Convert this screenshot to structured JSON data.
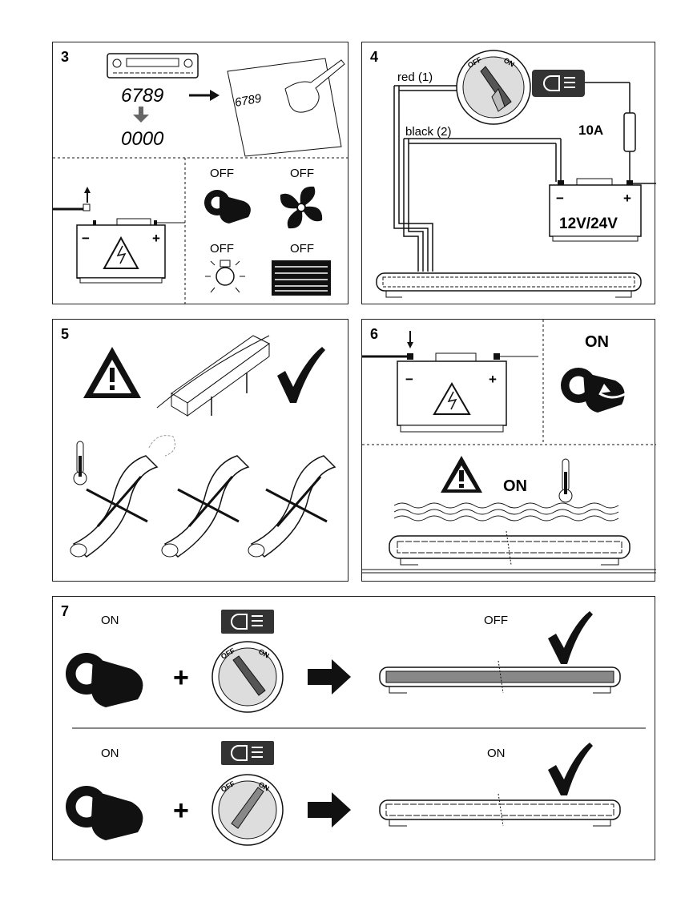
{
  "step3": {
    "number": "3",
    "display_code": "6789",
    "display_reset": "0000",
    "handwritten": "6789",
    "off_labels": [
      "OFF",
      "OFF",
      "OFF",
      "OFF"
    ]
  },
  "step4": {
    "number": "4",
    "wire_red": "red (1)",
    "wire_black": "black (2)",
    "fuse": "10A",
    "battery_voltage": "12V/24V",
    "switch_off": "OFF",
    "switch_on": "ON",
    "battery_minus": "−",
    "battery_plus": "+"
  },
  "step5": {
    "number": "5"
  },
  "step6": {
    "number": "6",
    "on_top": "ON",
    "on_warning": "ON",
    "battery_minus": "−",
    "battery_plus": "+"
  },
  "step7": {
    "number": "7",
    "row1": {
      "left": "ON",
      "right": "OFF",
      "switch_off": "OFF",
      "switch_on": "ON"
    },
    "row2": {
      "left": "ON",
      "right": "ON",
      "switch_off": "OFF",
      "switch_on": "ON"
    }
  },
  "colors": {
    "ink": "#111111",
    "panel_border": "#222222",
    "switch_dark": "#555555",
    "switch_light": "#bbbbbb"
  }
}
